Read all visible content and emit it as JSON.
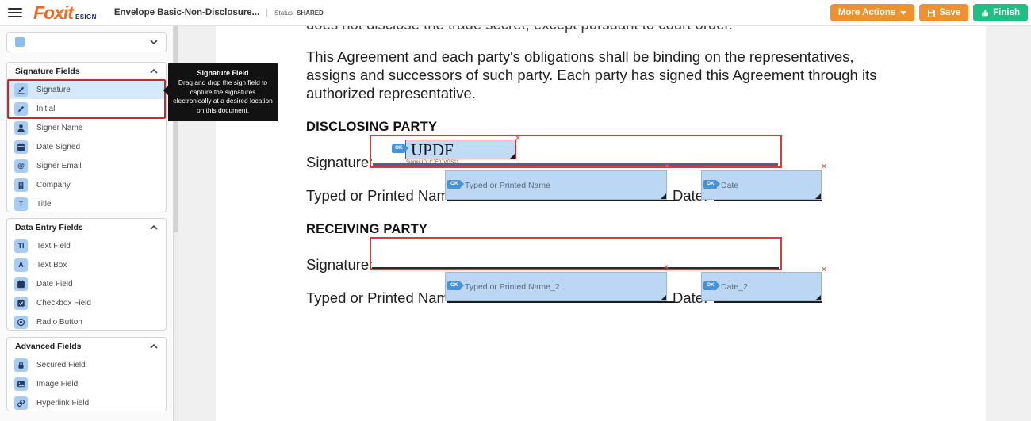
{
  "header": {
    "brand": "Foxit",
    "brand_sub": "ESIGN",
    "doc_title": "Envelope Basic-Non-Disclosure...",
    "divider": "|",
    "status_label": "Status:",
    "status_value": "SHARED",
    "more_actions_label": "More Actions",
    "save_label": "Save",
    "finish_label": "Finish"
  },
  "sidebar": {
    "sections": [
      {
        "title": "Signature Fields",
        "items": [
          "Signature",
          "Initial",
          "Signer Name",
          "Date Signed",
          "Signer Email",
          "Company",
          "Title"
        ]
      },
      {
        "title": "Data Entry Fields",
        "items": [
          "Text Field",
          "Text Box",
          "Date Field",
          "Checkbox Field",
          "Radio Button"
        ]
      },
      {
        "title": "Advanced Fields",
        "items": [
          "Secured Field",
          "Image Field",
          "Hyperlink Field"
        ]
      }
    ]
  },
  "tooltip": {
    "title": "Signature Field",
    "body": "Drag and drop the sign field to capture the signatures electronically at a desired location on this document."
  },
  "document": {
    "clipped_line": "does not disclose the trade secret, except pursuant to court order.",
    "paragraph": "This Agreement and each party's obligations shall be binding on the representatives, assigns and successors of such party. Each party has signed this Agreement through its authorized representative.",
    "ok_badge": "OK",
    "remove_glyph": "×",
    "disclosing": {
      "heading": "DISCLOSING PARTY",
      "signature_label": "Signature:",
      "signature_value": "UPDF",
      "signer_id": "Signer ID: CJF0JVGS11...",
      "typed_name_label": "Typed or Printed Name:",
      "typed_name_placeholder": "Typed or Printed Name",
      "date_label": "Date:",
      "date_placeholder": "Date"
    },
    "receiving": {
      "heading": "RECEIVING PARTY",
      "signature_label": "Signature:",
      "typed_name_label": "Typed or Printed Name:",
      "typed_name_placeholder": "Typed or Printed Name_2",
      "date_label": "Date:",
      "date_placeholder": "Date_2"
    }
  },
  "colors": {
    "accent_orange": "#f0912f",
    "accent_green": "#1fbf83",
    "field_blue": "#bcd7f3",
    "selection_red": "#d63c3c",
    "badge_blue": "#4792da",
    "brand_orange": "#f4691e",
    "brand_navy": "#1e2a6e"
  }
}
